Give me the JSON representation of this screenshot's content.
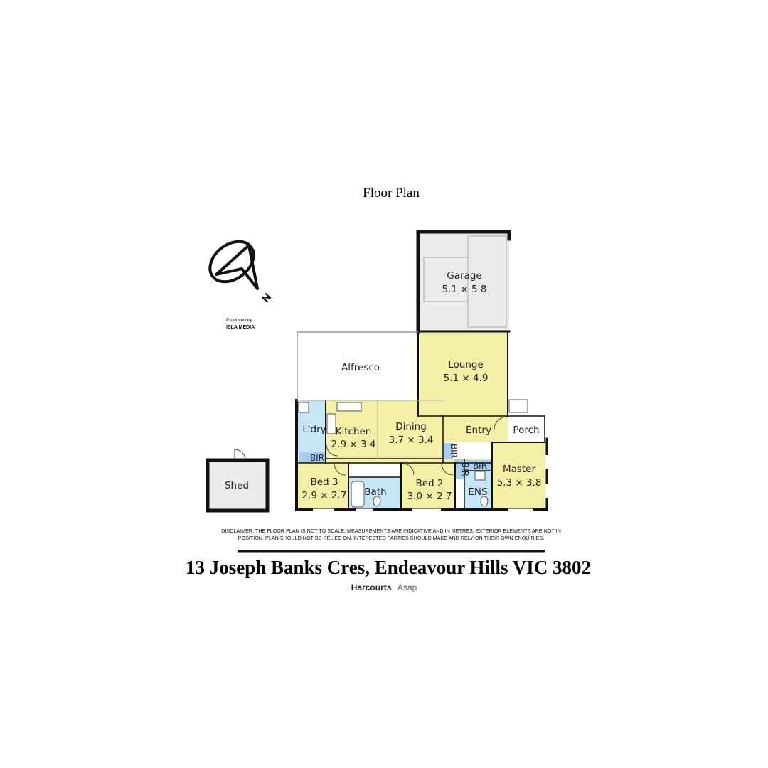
{
  "title": "Floor Plan",
  "compass_label": "N",
  "credit": {
    "line1": "Produced by",
    "line2": "ISLA MEDIA"
  },
  "rooms": {
    "garage": {
      "name": "Garage",
      "dims": "5.1 × 5.8"
    },
    "alfresco": {
      "name": "Alfresco"
    },
    "lounge": {
      "name": "Lounge",
      "dims": "5.1 × 4.9"
    },
    "laundry": {
      "name": "L'dry"
    },
    "kitchen": {
      "name": "Kitchen",
      "dims": "2.9 × 3.4"
    },
    "dining": {
      "name": "Dining",
      "dims": "3.7 × 3.4"
    },
    "entry": {
      "name": "Entry"
    },
    "porch": {
      "name": "Porch"
    },
    "master": {
      "name": "Master",
      "dims": "5.3 × 3.8"
    },
    "bed3": {
      "name": "Bed 3",
      "dims": "2.9 × 2.7"
    },
    "bath": {
      "name": "Bath"
    },
    "bed2": {
      "name": "Bed 2",
      "dims": "3.0 × 2.7"
    },
    "ens": {
      "name": "ENS"
    },
    "shed": {
      "name": "Shed"
    },
    "bir": "BIR"
  },
  "disclaimer": {
    "line1": "DISCLAIMER: THE FLOOR PLAN IS NOT TO SCALE; MEASUREMENTS ARE INDICATIVE AND IN METRES. EXTERIOR ELEMENTS ARE NOT IN",
    "line2": "POSITION. PLAN SHOULD NOT BE RELIED ON. INTERESTED PARTIES SHOULD MAKE AND RELY ON THEIR OWN ENQUIRIES."
  },
  "address": "13 Joseph Banks Cres, Endeavour Hills VIC 3802",
  "brand": {
    "name": "Harcourts",
    "suffix": "Asap"
  },
  "colors": {
    "yellow": "#f4f0a6",
    "blue": "#c6e6f6",
    "bir_blue": "#a9cdef",
    "grey": "#ebebeb",
    "wall": "#111111"
  }
}
